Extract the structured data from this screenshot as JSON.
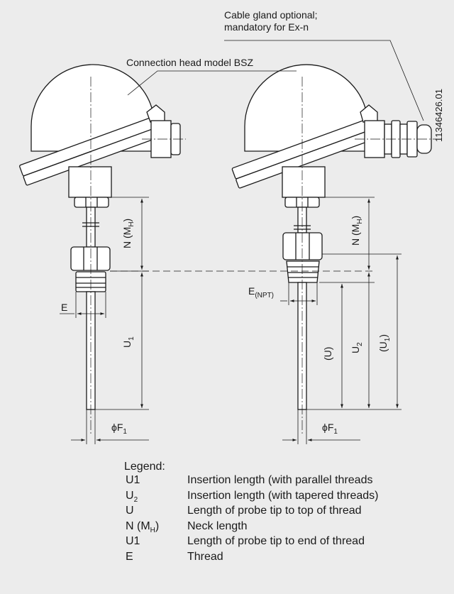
{
  "callouts": {
    "cable_gland_line1": "Cable gland optional;",
    "cable_gland_line2": "mandatory for Ex-n",
    "connection_head": "Connection head model BSZ",
    "doc_number": "11346426.01"
  },
  "dimensions": {
    "left": {
      "neck_main": "N (M",
      "neck_sub": "H",
      "neck_end": ")",
      "thread": "E",
      "u1_main": "U",
      "u1_sub": "1",
      "diam_main": "ϕF",
      "diam_sub": "1"
    },
    "right": {
      "neck_main": "N (M",
      "neck_sub": "H",
      "neck_end": ")",
      "thread_main": "E",
      "thread_sub": "(NPT)",
      "u": "(U)",
      "u2_main": "U",
      "u2_sub": "2",
      "u1_main": "(U",
      "u1_sub": "1",
      "u1_end": ")",
      "diam_main": "ϕF",
      "diam_sub": "1"
    }
  },
  "legend": {
    "title": "Legend:",
    "rows": [
      {
        "symbol": "U1",
        "symbol_sub": "",
        "symbol_end": "",
        "description": "Insertion length (with parallel threads"
      },
      {
        "symbol": "U",
        "symbol_sub": "2",
        "symbol_end": "",
        "description": "Insertion length (with tapered threads)"
      },
      {
        "symbol": "U",
        "symbol_sub": "",
        "symbol_end": "",
        "description": "Length of probe tip to top of thread"
      },
      {
        "symbol": "N (M",
        "symbol_sub": "H",
        "symbol_end": ")",
        "description": "Neck length"
      },
      {
        "symbol": "U1",
        "symbol_sub": "",
        "symbol_end": "",
        "description": "Length of probe tip to end of thread"
      },
      {
        "symbol": "E",
        "symbol_sub": "",
        "symbol_end": "",
        "description": "Thread"
      }
    ]
  },
  "colors": {
    "background": "#ececec",
    "line": "#1a1a1a",
    "fill": "#ffffff"
  }
}
